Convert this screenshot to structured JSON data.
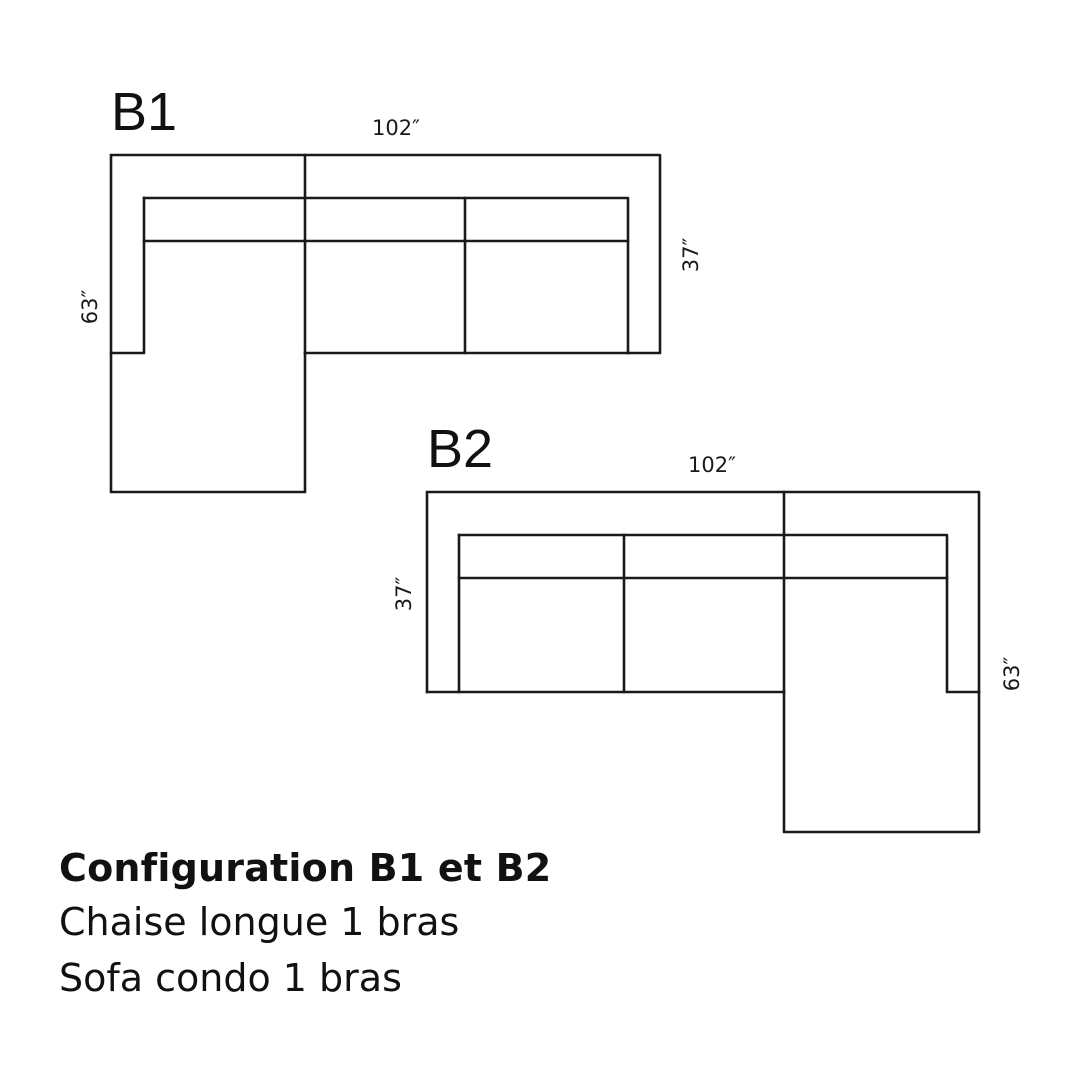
{
  "diagrams": [
    {
      "id": "B1",
      "label": "B1",
      "width_label": "102″",
      "right_depth_label": "37″",
      "left_depth_label": "63″",
      "chaise_side": "left",
      "sections": [
        "chaise longue 1 bras",
        "sofa condo 1 bras"
      ]
    },
    {
      "id": "B2",
      "label": "B2",
      "width_label": "102″",
      "left_depth_label": "37″",
      "right_depth_label": "63″",
      "chaise_side": "right",
      "sections": [
        "sofa condo 1 bras",
        "chaise longue 1 bras"
      ]
    }
  ],
  "caption": {
    "title": "Configuration B1 et B2",
    "lines": [
      "Chaise longue 1 bras",
      "Sofa condo 1 bras"
    ]
  },
  "colors": {
    "background": "#ffffff",
    "line": "#1a1a1a",
    "text": "#111111"
  }
}
